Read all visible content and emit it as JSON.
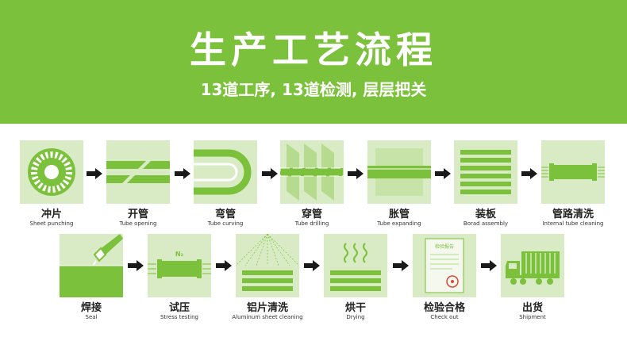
{
  "header": {
    "title": "生产工艺流程",
    "subtitle": "13道工序, 13道检测, 层层把关"
  },
  "steps": [
    {
      "zh": "冲片",
      "en": "Sheet punching",
      "icon": "punch-disc-icon"
    },
    {
      "zh": "开管",
      "en": "Tube opening",
      "icon": "tube-opening-icon"
    },
    {
      "zh": "弯管",
      "en": "Tube curving",
      "icon": "u-bend-tube-icon"
    },
    {
      "zh": "穿管",
      "en": "Tube drilling",
      "icon": "tube-through-fins-icon"
    },
    {
      "zh": "胀管",
      "en": "Tube expanding",
      "icon": "tube-expanding-icon"
    },
    {
      "zh": "装板",
      "en": "Borad assembly",
      "icon": "stacked-fins-icon"
    },
    {
      "zh": "管路清洗",
      "en": "Internal tube cleaning",
      "icon": "tube-cleaning-icon"
    },
    {
      "zh": "焊接",
      "en": "Seal",
      "icon": "welding-torch-icon"
    },
    {
      "zh": "试压",
      "en": "Stress testing",
      "icon": "pressure-test-icon"
    },
    {
      "zh": "铝片清洗",
      "en": "Aluminum sheet cleaning",
      "icon": "spray-cleaning-icon"
    },
    {
      "zh": "烘干",
      "en": "Drying",
      "icon": "drying-steam-icon"
    },
    {
      "zh": "检验合格",
      "en": "Check out",
      "icon": "inspection-report-icon"
    },
    {
      "zh": "出货",
      "en": "Shipment",
      "icon": "delivery-truck-icon"
    }
  ],
  "labels": {
    "nitrogen": "N₂",
    "report": "检验报告"
  },
  "colors": {
    "brand": "#7cc13b",
    "tile": "#d9ebc4",
    "icon": "#7cc13b",
    "arrow": "#1a1a1a"
  }
}
